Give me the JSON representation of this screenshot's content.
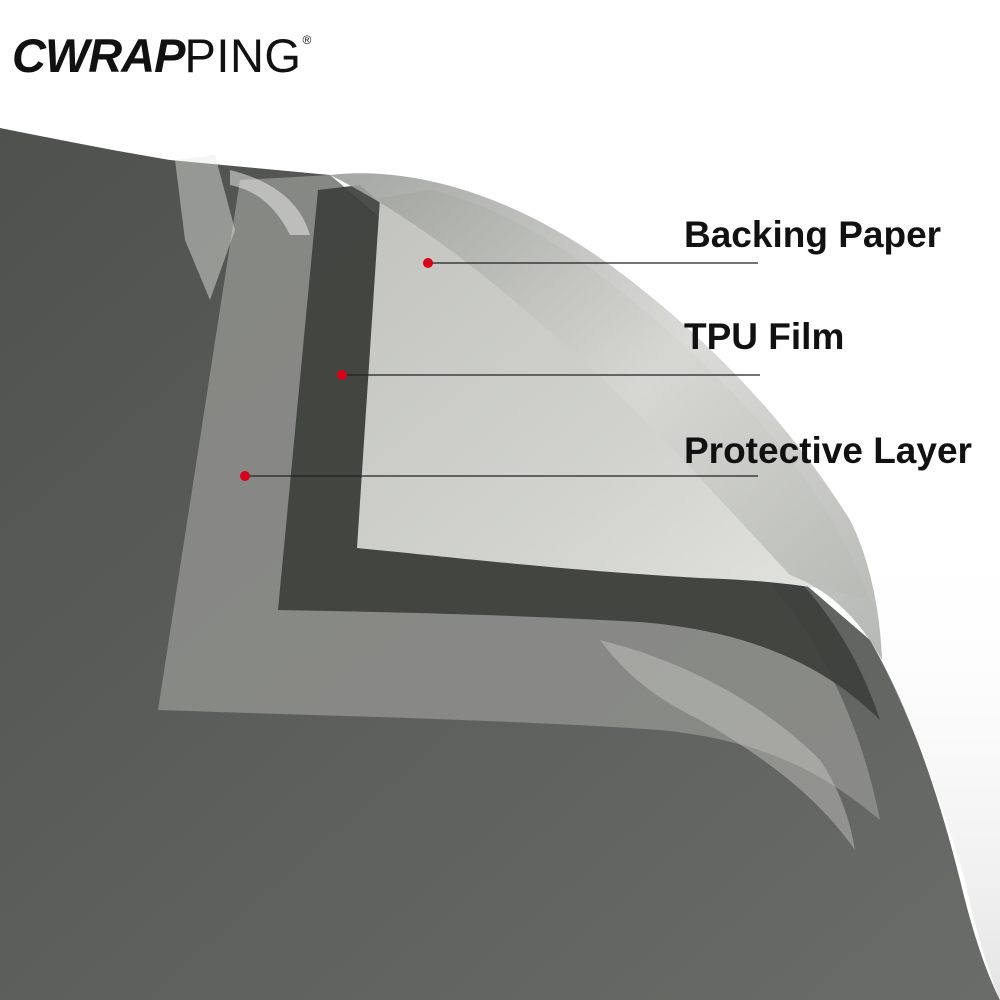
{
  "brand": {
    "logo_bold": "CWRAP",
    "logo_light": "PING",
    "registered": "®"
  },
  "callouts": [
    {
      "label": "Backing Paper"
    },
    {
      "label": "TPU Film"
    },
    {
      "label": "Protective Layer"
    }
  ],
  "colors": {
    "film_dark": "#5b5d5a",
    "film_mid": "#8d8f8b",
    "backing_paper": "#c8c9c5",
    "tpu_edge": "#3b3d3a",
    "dot": "#d8001a",
    "leader_line": "#222222"
  }
}
